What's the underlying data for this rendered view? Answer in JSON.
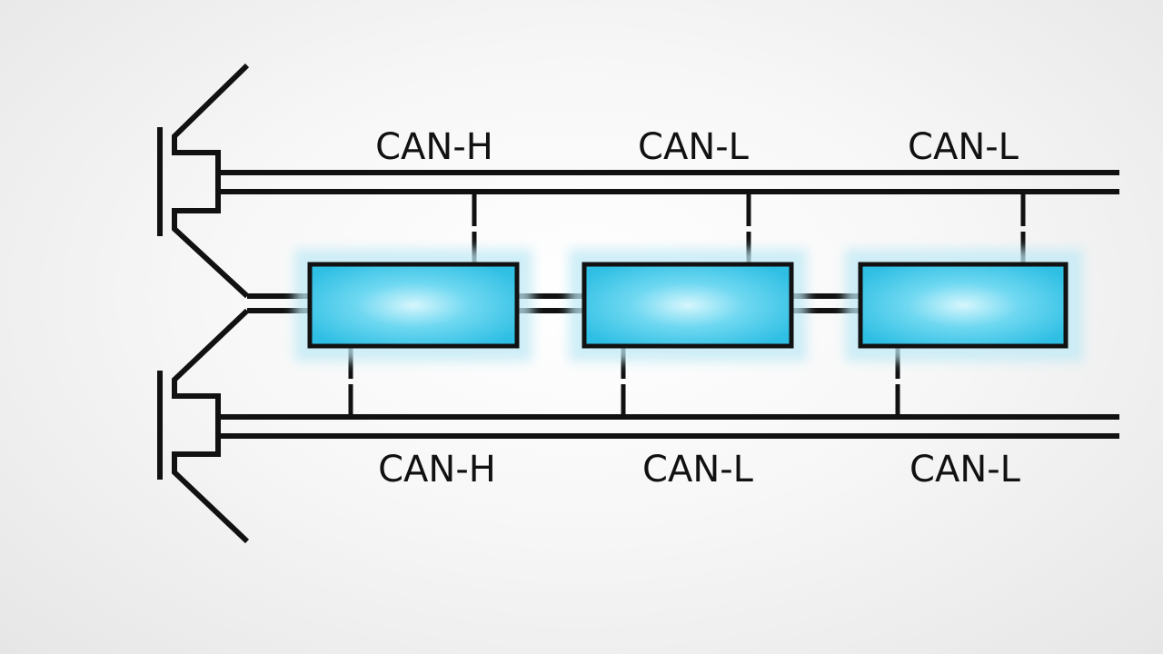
{
  "diagram": {
    "top_bus": {
      "labels": [
        "CAN-H",
        "CAN-L",
        "CAN-L"
      ]
    },
    "bottom_bus": {
      "labels": [
        "CAN-H",
        "CAN-L",
        "CAN-L"
      ]
    },
    "nodes": [
      {
        "id": "node-1"
      },
      {
        "id": "node-2"
      },
      {
        "id": "node-3"
      }
    ],
    "colors": {
      "line": "#111111",
      "node_fill": "#3bc7e8",
      "node_highlight": "#c9f2fb",
      "node_glow": "#bfe9f5",
      "background": "#f3f3f3"
    },
    "icons": [
      "connector-top-icon",
      "connector-bottom-icon"
    ]
  }
}
